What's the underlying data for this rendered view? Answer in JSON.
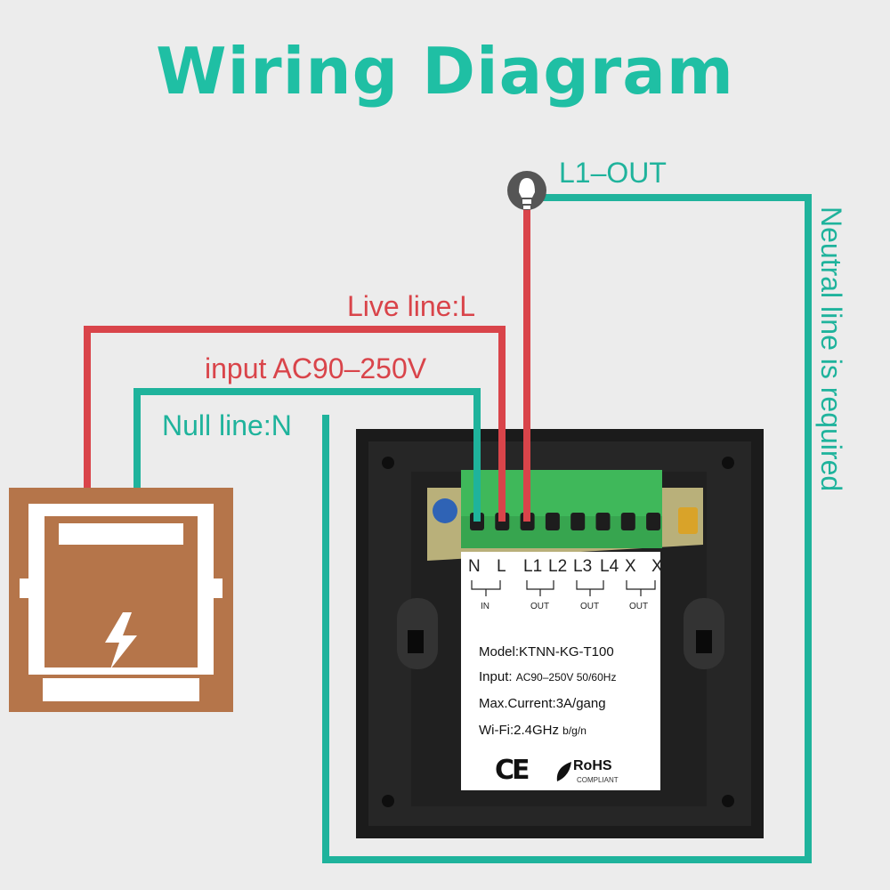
{
  "title": "Wiring Diagram",
  "labels": {
    "l1_out": "L1–OUT",
    "live_line": "Live line:L",
    "input_voltage": "input AC90–250V",
    "null_line": "Null line:N",
    "neutral_required": "Neutral line is required"
  },
  "terminals": {
    "labels": [
      "N",
      "L",
      "L1",
      "L2",
      "L3",
      "L4",
      "X",
      "X"
    ],
    "groups": [
      "IN",
      "OUT",
      "OUT",
      "OUT"
    ]
  },
  "specs": {
    "model": "Model:KTNN-KG-T100",
    "input_prefix": "Input:",
    "input_value": "AC90–250V 50/60Hz",
    "max_current": "Max.Current:3A/gang",
    "wifi_prefix": "Wi-Fi:2.4GHz",
    "wifi_value": "b/g/n"
  },
  "marks": {
    "ce": "CE",
    "rohs": "RoHS",
    "rohs_sub": "COMPLIANT"
  },
  "colors": {
    "title": "#1fbfa4",
    "live_wire": "#d9444a",
    "neutral_wire": "#1fb39c",
    "meter": "#b5754a",
    "panel": "#1e1e1e",
    "terminal_block": "#3fb85a",
    "background": "#ececec"
  },
  "icons": [
    "bulb-icon",
    "meter-icon",
    "lightning-icon"
  ]
}
